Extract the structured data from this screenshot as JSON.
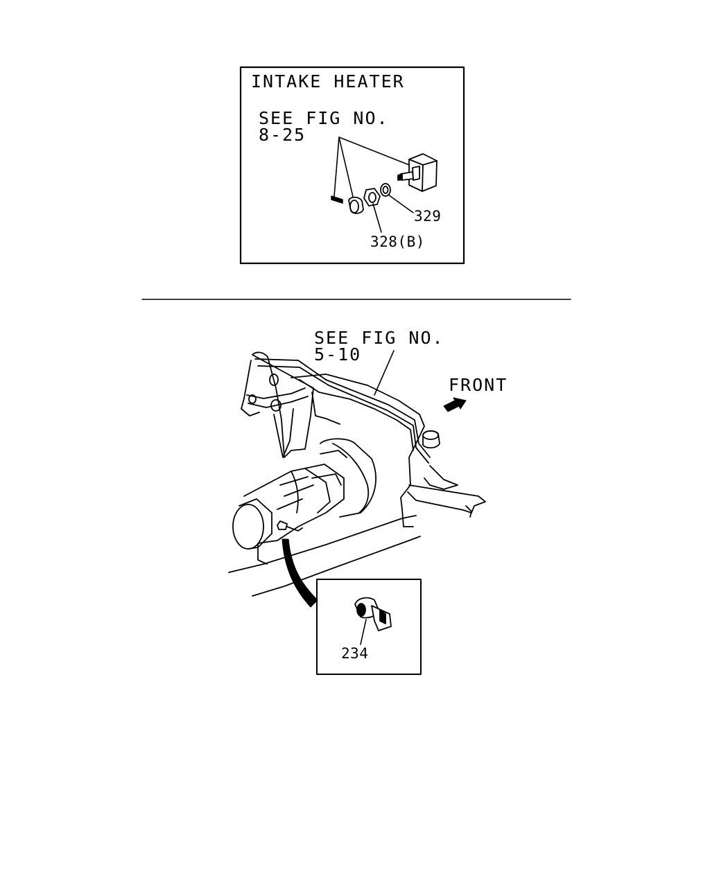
{
  "inset_top": {
    "title": "INTAKE HEATER",
    "ref_line1": "SEE FIG NO.",
    "ref_line2": "8-25",
    "callouts": [
      "329",
      "328(B)"
    ]
  },
  "main": {
    "ref_line1": "SEE FIG NO.",
    "ref_line2": "5-10",
    "direction_label": "FRONT",
    "detail_callout": "234"
  },
  "colors": {
    "ink": "#000000",
    "paper": "#ffffff"
  }
}
